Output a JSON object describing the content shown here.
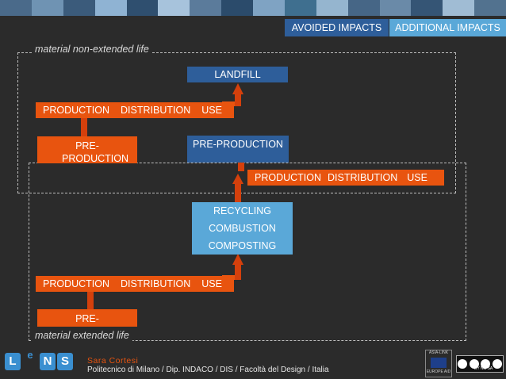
{
  "colors": {
    "background": "#2b2b2b",
    "production_chain": "#e8540f",
    "landfill_preproduction": "#2e5e9a",
    "end_of_life": "#5aa8d8",
    "arrow": "#d4400c",
    "top_strip": [
      "#4a6a8a",
      "#6f93b3",
      "#3b5b7b",
      "#8fb3d3",
      "#2f4f6f",
      "#a7c3dc",
      "#5b7b9b",
      "#2b4b6b",
      "#7fa3c3",
      "#3f6f8f",
      "#95b5cf",
      "#466686",
      "#6a8aa8",
      "#355575",
      "#a0bcd4",
      "#52728f"
    ]
  },
  "legend": {
    "avoided": "AVOIDED IMPACTS",
    "additional": "ADDITIONAL IMPACTS"
  },
  "regions": {
    "non_extended": "material non-extended life",
    "extended": "material extended life"
  },
  "chain1": {
    "production": "PRODUCTION",
    "distribution": "DISTRIBUTION",
    "use": "USE",
    "pre_production": "PRE-PRODUCTION"
  },
  "landfill": "LANDFILL",
  "pre_production_blue": "PRE-PRODUCTION",
  "chain2": {
    "production": "PRODUCTION",
    "distribution": "DISTRIBUTION",
    "use": "USE"
  },
  "end_of_life": {
    "recycling": "RECYCLING",
    "combustion": "COMBUSTION",
    "composting": "COMPOSTING"
  },
  "chain3": {
    "production": "PRODUCTION",
    "distribution": "DISTRIBUTION",
    "use": "USE",
    "pre_production": "PRE-PRODUCTION"
  },
  "footer": {
    "logo_letters": [
      "L",
      "e",
      "N",
      "S"
    ],
    "author": "Sara Cortesi",
    "affiliation": "Politecnico di Milano / Dip. INDACO / DIS / Facoltà del Design / Italia",
    "partner": "ASIA-LINK",
    "partner_sub": "EUROPE AID",
    "license_icons": [
      "cc-icon",
      "by-icon",
      "nc-icon",
      "sa-icon"
    ],
    "license_labels": "BY  NC  SA"
  }
}
